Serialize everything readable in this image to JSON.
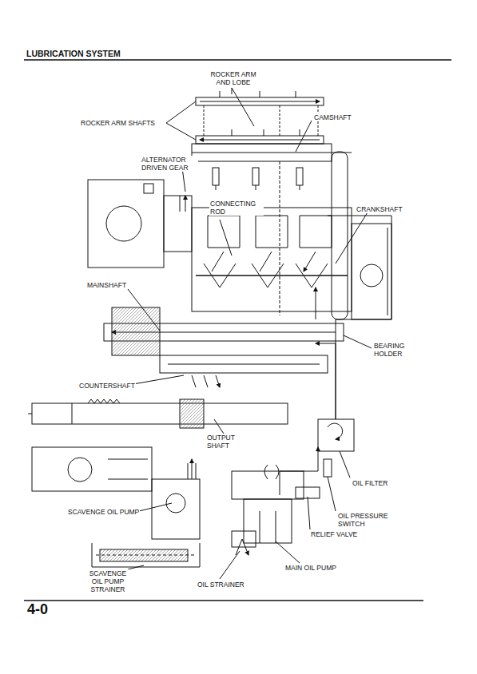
{
  "diagram": {
    "title": "LUBRICATION SYSTEM",
    "labels": [
      "ROCKER ARM AND LOBE",
      "ROCKER ARM SHAFTS",
      "CAMSHAFT",
      "ALTERNATOR DRIVEN GEAR",
      "CONNECTING ROD",
      "CRANKSHAFT",
      "MAINSHAFT",
      "BEARING HOLDER",
      "COUNTERSHAFT",
      "OUTPUT SHAFT",
      "OIL FILTER",
      "OIL PRESSURE SWITCH",
      "SCAVENGE OIL PUMP",
      "RELIEF VALVE",
      "MAIN OIL PUMP",
      "SCAVENGE OIL PUMP STRAINER",
      "OIL STRAINER",
      "4-0"
    ]
  }
}
